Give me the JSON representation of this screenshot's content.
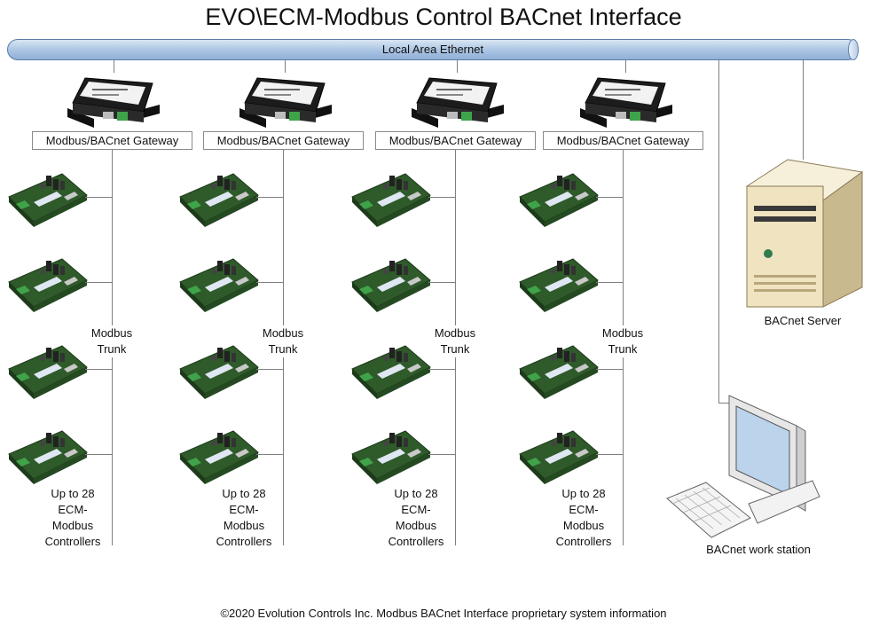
{
  "title": "EVO\\ECM-Modbus Control BACnet Interface",
  "bus_label": "Local Area Ethernet",
  "gateway_label": "Modbus/BACnet Gateway",
  "trunk_label": [
    "Modbus",
    "Trunk"
  ],
  "controllers_label": [
    "Up to 28",
    "ECM-",
    "Modbus",
    "Controllers"
  ],
  "server_label": "BACnet Server",
  "workstation_label": "BACnet work station",
  "footer": "©2020 Evolution Controls Inc. Modbus BACnet Interface proprietary system information",
  "groups": [
    {
      "gateway": "Modbus/BACnet Gateway",
      "trunk": [
        "Modbus",
        "Trunk"
      ],
      "controllers": [
        "Up to 28",
        "ECM-",
        "Modbus",
        "Controllers"
      ]
    },
    {
      "gateway": "Modbus/BACnet Gateway",
      "trunk": [
        "Modbus",
        "Trunk"
      ],
      "controllers": [
        "Up to 28",
        "ECM-",
        "Modbus",
        "Controllers"
      ]
    },
    {
      "gateway": "Modbus/BACnet Gateway",
      "trunk": [
        "Modbus",
        "Trunk"
      ],
      "controllers": [
        "Up to 28",
        "ECM-",
        "Modbus",
        "Controllers"
      ]
    },
    {
      "gateway": "Modbus/BACnet Gateway",
      "trunk": [
        "Modbus",
        "Trunk"
      ],
      "controllers": [
        "Up to 28",
        "ECM-",
        "Modbus",
        "Controllers"
      ]
    }
  ],
  "colors": {
    "bus": "#a9c3e2",
    "line": "#7f7f7f",
    "board": "#2f5a2a",
    "gateway": "#1c1c1c",
    "server": "#efe3c0"
  }
}
